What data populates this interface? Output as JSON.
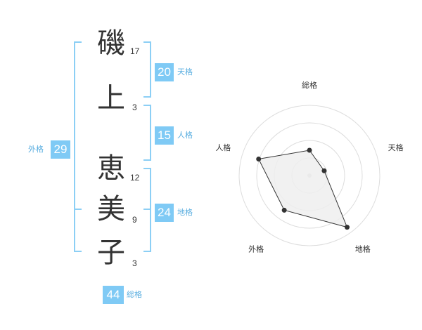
{
  "name_chars": [
    {
      "char": "磯",
      "strokes": "17"
    },
    {
      "char": "上",
      "strokes": "3"
    },
    {
      "char": "恵",
      "strokes": "12"
    },
    {
      "char": "美",
      "strokes": "9"
    },
    {
      "char": "子",
      "strokes": "3"
    }
  ],
  "kaku": {
    "tenkaku": {
      "value": "20",
      "label": "天格"
    },
    "jinkaku": {
      "value": "15",
      "label": "人格"
    },
    "chikaku": {
      "value": "24",
      "label": "地格"
    },
    "gaikaku": {
      "value": "29",
      "label": "外格"
    },
    "soukaku": {
      "value": "44",
      "label": "総格"
    }
  },
  "chart_data": {
    "type": "radar",
    "axes": [
      "総格",
      "天格",
      "地格",
      "外格",
      "人格"
    ],
    "values": [
      0.36,
      0.22,
      0.91,
      0.61,
      0.76
    ],
    "scale_max": 1,
    "rings": 4,
    "colors": {
      "fill": "#eeeeee",
      "stroke": "#333333",
      "grid": "#dddddd",
      "accent": "#7fcaf5",
      "bracket": "#8ccff5"
    }
  }
}
